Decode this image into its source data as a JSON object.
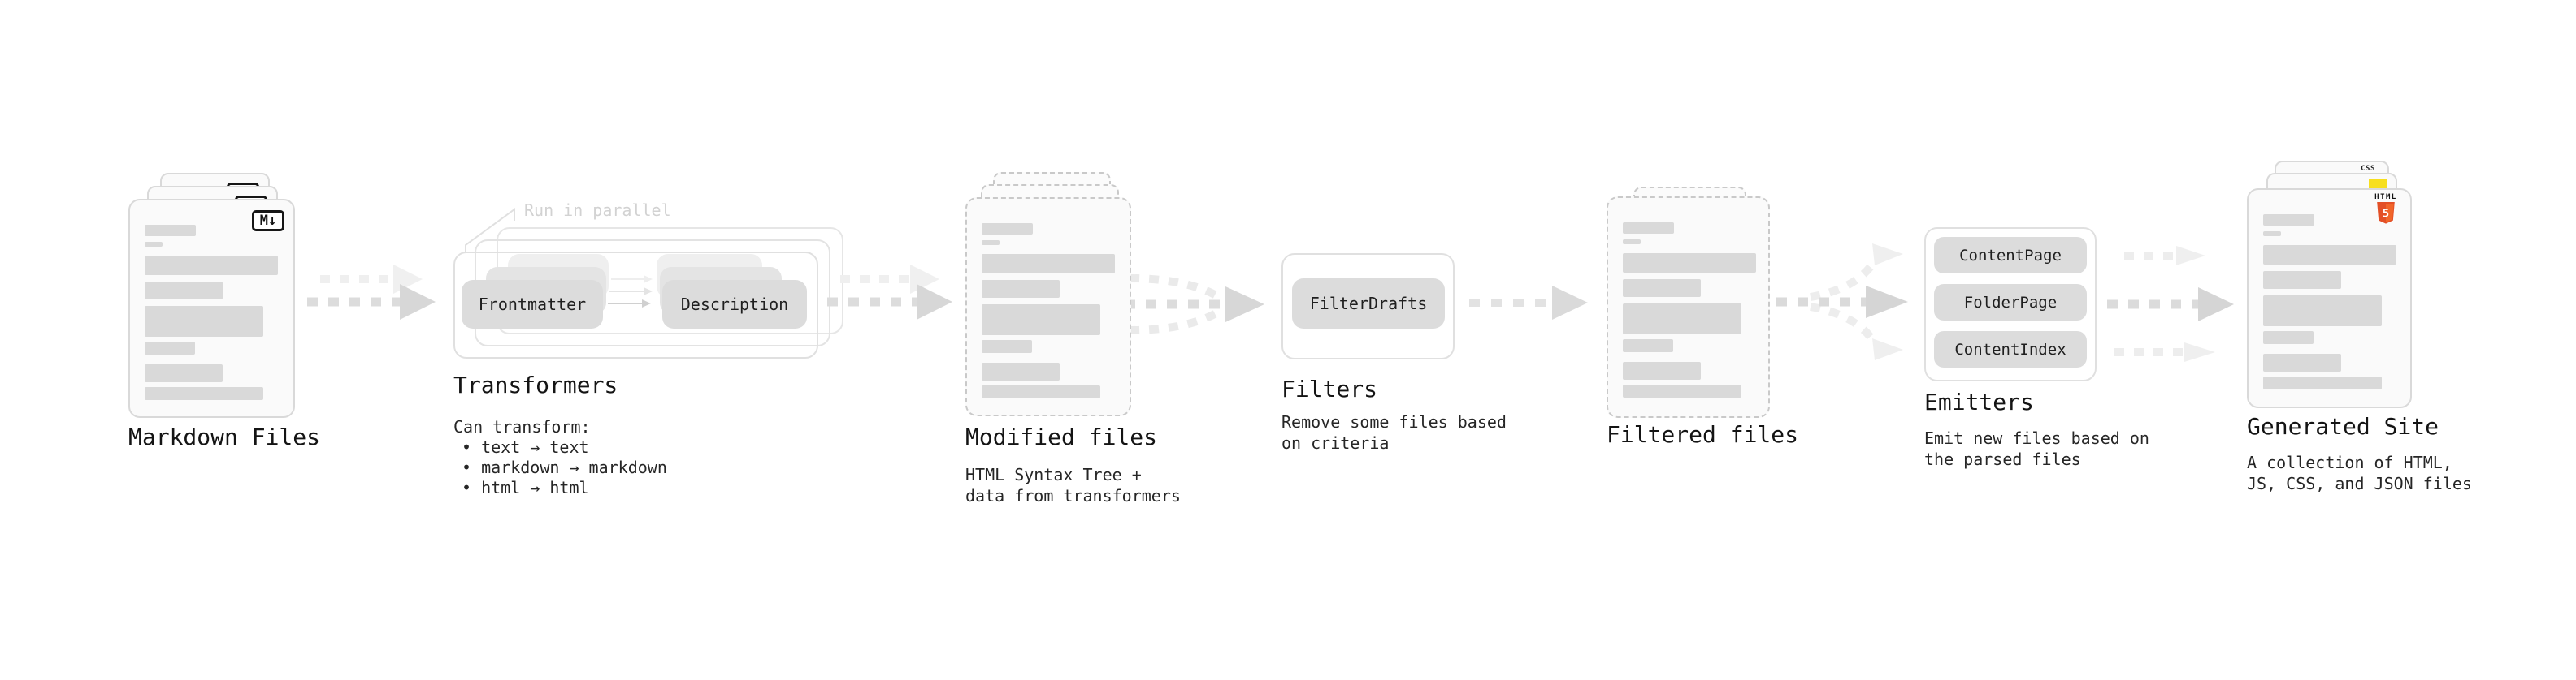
{
  "stages": {
    "markdown_files": {
      "label": "Markdown Files",
      "badge": "M↓"
    },
    "transformers": {
      "label": "Transformers",
      "annotation": "Run in parallel",
      "pills": [
        "Frontmatter",
        "Description"
      ],
      "lines": [
        "Can transform:",
        "• text → text",
        "• markdown → markdown",
        "• html → html"
      ]
    },
    "modified_files": {
      "label": "Modified files",
      "lines": [
        "HTML Syntax Tree +",
        "data from transformers"
      ]
    },
    "filters": {
      "label": "Filters",
      "pills": [
        "FilterDrafts"
      ],
      "lines": [
        "Remove some files based",
        "on criteria"
      ]
    },
    "filtered_files": {
      "label": "Filtered files"
    },
    "emitters": {
      "label": "Emitters",
      "pills": [
        "ContentPage",
        "FolderPage",
        "ContentIndex"
      ],
      "lines": [
        "Emit new files based on",
        "the parsed files"
      ]
    },
    "generated_site": {
      "label": "Generated Site",
      "lines": [
        "A collection of HTML,",
        "JS, CSS, and JSON files"
      ],
      "badges": {
        "css_label": "CSS",
        "html_label": "HTML",
        "html_number": "5"
      }
    }
  },
  "colors": {
    "html_orange": "#e34f26",
    "html_orange_light": "#f16529",
    "js_yellow": "#f7df1e",
    "css_blue": "#2d53e8",
    "arrow_gray": "#dcdcdc",
    "arrow_ghost": "#ededed",
    "pill_gray": "#dcdcdc",
    "bar_gray": "#d9d9d9",
    "card_bg": "#fafafa",
    "annotation_gray": "#d2d2d2"
  }
}
